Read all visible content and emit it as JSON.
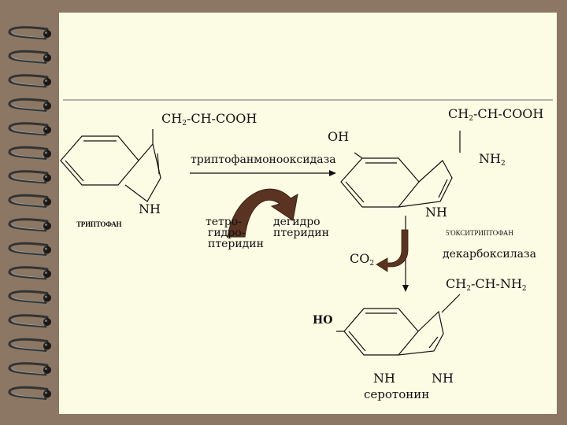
{
  "colors": {
    "background": "#8b7763",
    "slide": "#fcfbe3",
    "ink": "#111111",
    "arrow": "#5a3322",
    "ring_metal": "#333333"
  },
  "decor": {
    "binder_ring_count": 16,
    "binder_ring_icon": "spiral-ring-icon"
  },
  "tryptophan": {
    "side_chain_main": "CH",
    "side_chain_sub": "2",
    "side_chain_rest": "-CH-COOH",
    "nh": "NH",
    "name": "ТРИПТОФАН"
  },
  "hydroxy_tryptophan": {
    "oh": "OH",
    "side_chain_main": "CH",
    "side_chain_sub": "2",
    "side_chain_rest": "-CH-COOH",
    "amine_main": "NH",
    "amine_sub": "2",
    "nh": "NH",
    "name": "5'ОКСИТРИПТОФАН"
  },
  "reaction1": {
    "enzyme": "триптофанмонооксидаза",
    "cofactor_in": [
      "тетро-",
      "гидро-",
      "птеридин"
    ],
    "cofactor_out": [
      "дегидро",
      "птеридин"
    ]
  },
  "reaction2": {
    "enzyme": "декарбоксилаза",
    "byproduct_main": "CO",
    "byproduct_sub": "2"
  },
  "serotonin": {
    "ho": "HO",
    "side_chain_main": "CH",
    "side_chain_sub": "2",
    "side_chain_mid": "-CH-NH",
    "side_chain_sub2": "2",
    "nh_left": "NH",
    "nh_right": "NH",
    "name": "серотонин"
  }
}
